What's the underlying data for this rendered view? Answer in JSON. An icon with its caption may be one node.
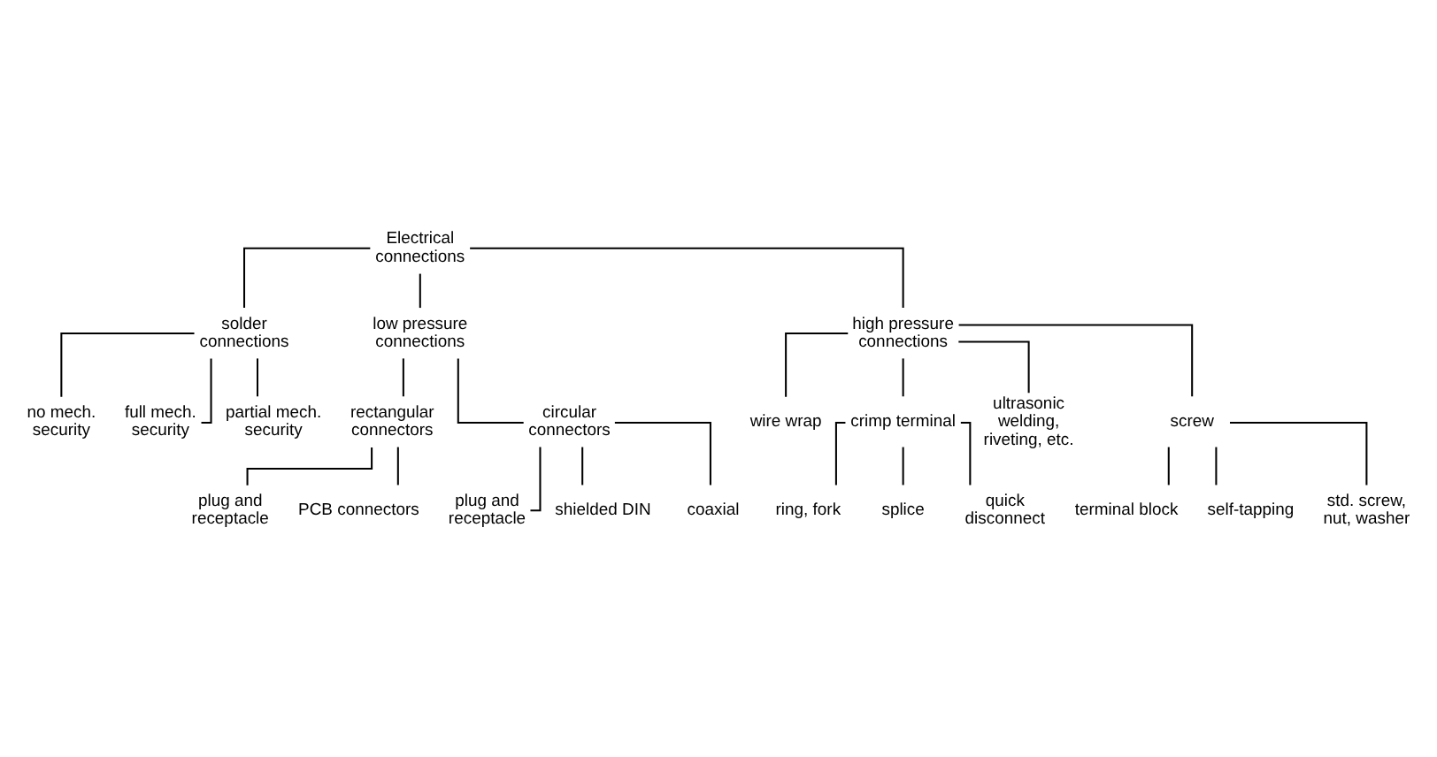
{
  "diagram": {
    "nodes": [
      {
        "text": [
          "Electrical connections"
        ]
      },
      {
        "text": [
          "solder connections"
        ]
      },
      {
        "text": [
          "low pressure connections"
        ]
      },
      {
        "text": [
          "high pressure connections"
        ]
      },
      {
        "text": [
          "no mech. security"
        ]
      },
      {
        "text": [
          "full mech. security"
        ]
      },
      {
        "text": [
          "partial mech. security"
        ]
      },
      {
        "text": [
          "rectangular connectors"
        ]
      },
      {
        "text": [
          "circular connectors"
        ]
      },
      {
        "text": [
          "plug and receptacle"
        ]
      },
      {
        "text": [
          "PCB connectors"
        ]
      },
      {
        "text": [
          "plug and receptacle"
        ]
      },
      {
        "text": [
          "shielded DIN"
        ]
      },
      {
        "text": [
          "coaxial"
        ]
      },
      {
        "text": [
          "wire wrap"
        ]
      },
      {
        "text": [
          "crimp terminal"
        ]
      },
      {
        "text": [
          "ultrasonic welding, riveting, etc."
        ]
      },
      {
        "text": [
          "screw"
        ]
      },
      {
        "text": [
          "ring, fork"
        ]
      },
      {
        "text": [
          "splice"
        ]
      },
      {
        "text": [
          "quick disconnect"
        ]
      },
      {
        "text": [
          "terminal block"
        ]
      },
      {
        "text": [
          "self-tapping"
        ]
      },
      {
        "text": [
          "std. screw, nut, washer"
        ]
      }
    ],
    "edges": [
      {
        "from": 0,
        "to": 1,
        "arrow": "none"
      },
      {
        "from": 0,
        "to": 2,
        "arrow": "none"
      },
      {
        "from": 0,
        "to": 3,
        "arrow": "none"
      },
      {
        "from": 1,
        "to": 4,
        "arrow": "none"
      },
      {
        "from": 1,
        "to": 5,
        "arrow": "none"
      },
      {
        "from": 1,
        "to": 6,
        "arrow": "none"
      },
      {
        "from": 2,
        "to": 7,
        "arrow": "none"
      },
      {
        "from": 2,
        "to": 8,
        "arrow": "none"
      },
      {
        "from": 7,
        "to": 9,
        "arrow": "none"
      },
      {
        "from": 7,
        "to": 10,
        "arrow": "none"
      },
      {
        "from": 8,
        "to": 11,
        "arrow": "none"
      },
      {
        "from": 8,
        "to": 12,
        "arrow": "none"
      },
      {
        "from": 8,
        "to": 13,
        "arrow": "none"
      },
      {
        "from": 3,
        "to": 14,
        "arrow": "none"
      },
      {
        "from": 3,
        "to": 15,
        "arrow": "none"
      },
      {
        "from": 3,
        "to": 16,
        "arrow": "none"
      },
      {
        "from": 3,
        "to": 17,
        "arrow": "none"
      },
      {
        "from": 15,
        "to": 18,
        "arrow": "none"
      },
      {
        "from": 15,
        "to": 19,
        "arrow": "none"
      },
      {
        "from": 15,
        "to": 20,
        "arrow": "none"
      },
      {
        "from": 17,
        "to": 21,
        "arrow": "none"
      },
      {
        "from": 17,
        "to": 22,
        "arrow": "none"
      },
      {
        "from": 17,
        "to": 23,
        "arrow": "none"
      }
    ]
  }
}
